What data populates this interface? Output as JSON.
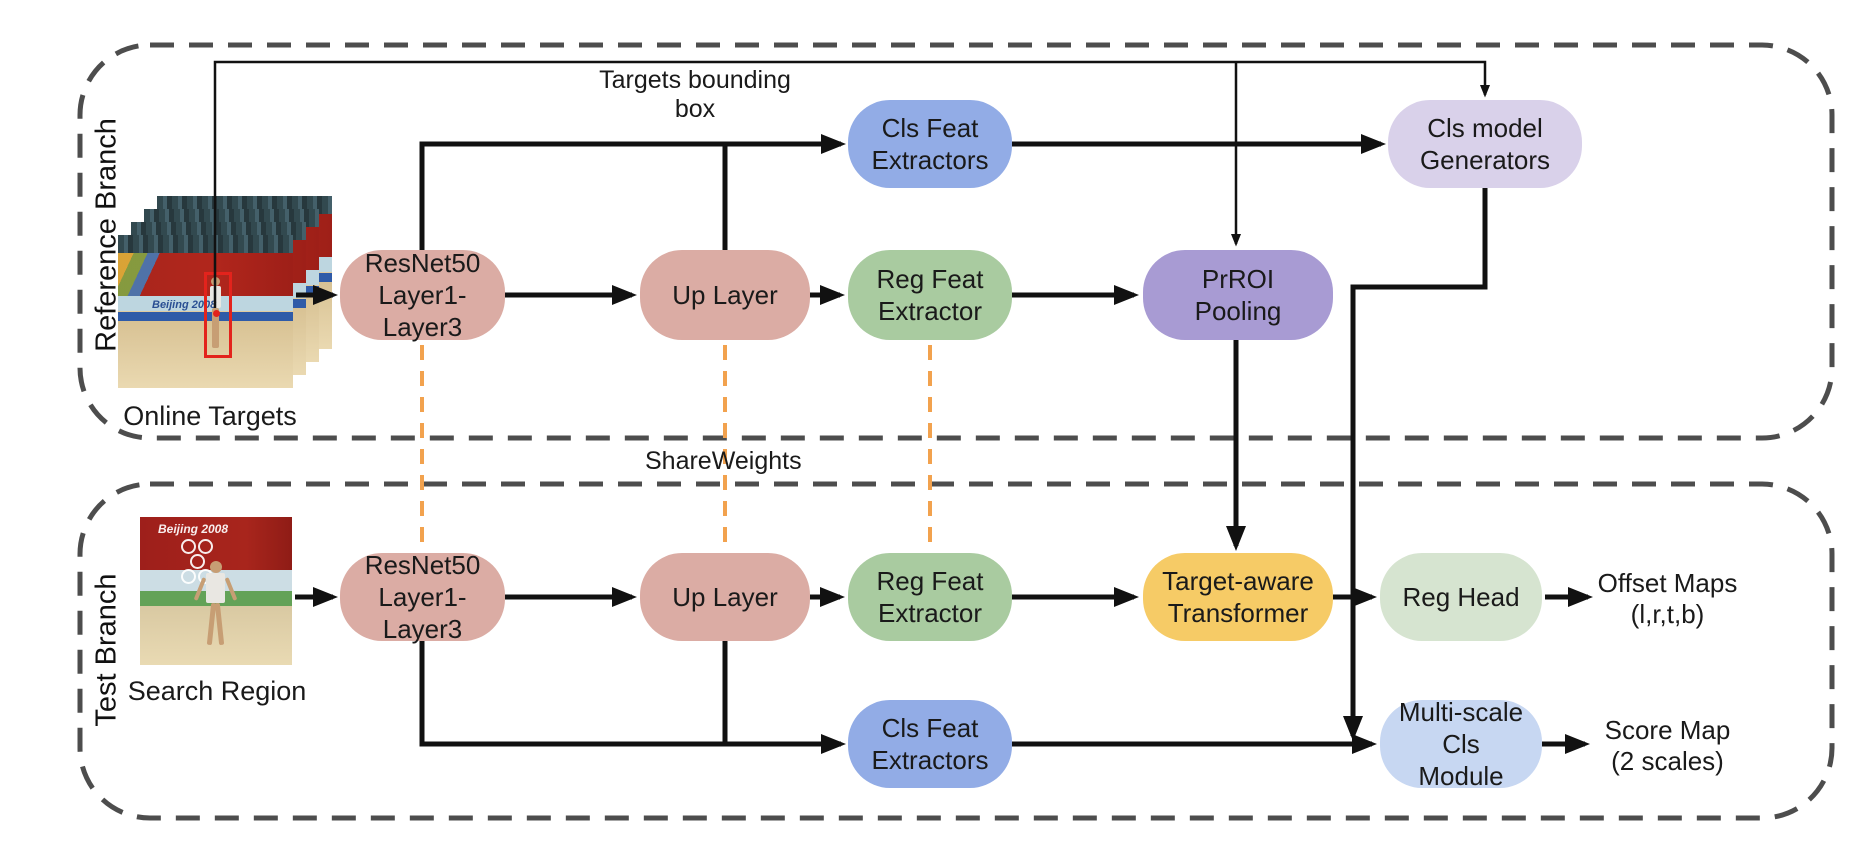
{
  "figure": {
    "targets_bounding_box_label": "Targets bounding box",
    "share_weights": {
      "word1": "Share",
      "word2": "Weights"
    }
  },
  "branches": {
    "reference": {
      "label": "Reference Branch",
      "image_caption": "Online Targets"
    },
    "test": {
      "label": "Test Branch",
      "image_caption": "Search Region"
    }
  },
  "photo": {
    "banner_text": "Beijing 2008"
  },
  "nodes": {
    "cls_feat_ref": {
      "line1": "Cls Feat",
      "line2": "Extractors",
      "color": "#92ACE6"
    },
    "cls_model_generators": {
      "line1": "Cls model",
      "line2": "Generators",
      "color": "#D9D1EA"
    },
    "resnet_ref": {
      "line1": "ResNet50",
      "line2": "Layer1-Layer3",
      "color": "#DBACA4"
    },
    "up_layer_ref": {
      "line1": "Up Layer",
      "color": "#DBACA4"
    },
    "reg_feat_ref": {
      "line1": "Reg Feat",
      "line2": "Extractor",
      "color": "#A9CBA0"
    },
    "prroi_pooling": {
      "line1": "PrROI",
      "line2": "Pooling",
      "color": "#A89BD3"
    },
    "resnet_test": {
      "line1": "ResNet50",
      "line2": "Layer1-Layer3",
      "color": "#DBACA4"
    },
    "up_layer_test": {
      "line1": "Up Layer",
      "color": "#DBACA4"
    },
    "reg_feat_test": {
      "line1": "Reg Feat",
      "line2": "Extractor",
      "color": "#A9CBA0"
    },
    "target_aware_transformer": {
      "line1": "Target-aware",
      "line2": "Transformer",
      "color": "#F6CB66"
    },
    "cls_feat_test": {
      "line1": "Cls Feat",
      "line2": "Extractors",
      "color": "#92ACE6"
    },
    "reg_head": {
      "line1": "Reg Head",
      "color": "#D6E4D0"
    },
    "multi_scale_cls": {
      "line1": "Multi-scale Cls",
      "line2": "Module",
      "color": "#C7D7F2"
    }
  },
  "outputs": {
    "offset_maps": {
      "line1": "Offset Maps",
      "line2": "(l,r,t,b)"
    },
    "score_map": {
      "line1": "Score Map",
      "line2": "(2 scales)"
    }
  },
  "style_colors": {
    "share_weights_dash": "#F2A24E",
    "dashed_border": "#4D4D4D",
    "wire": "#111111",
    "target_box_red": "#E3231C"
  }
}
